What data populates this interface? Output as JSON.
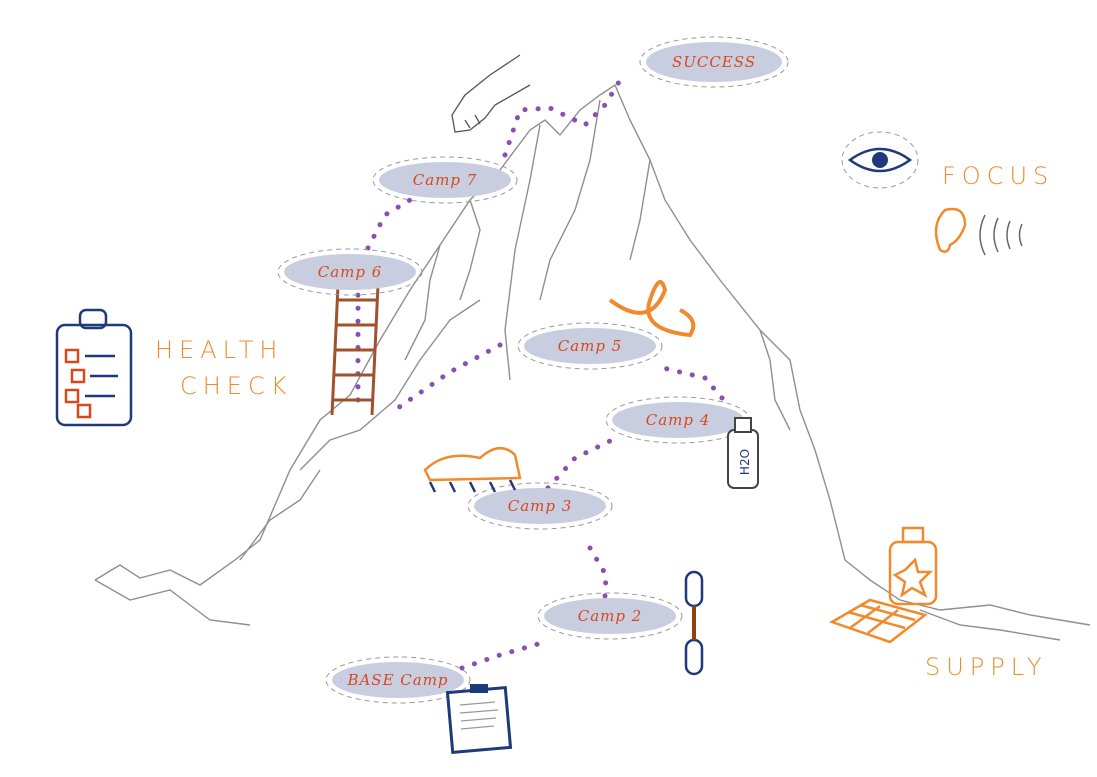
{
  "title": "Mountain climbing camps illustration",
  "summit": {
    "label": "SUCCESS"
  },
  "camps": [
    {
      "label": "BASE Camp"
    },
    {
      "label": "Camp 2"
    },
    {
      "label": "Camp 3"
    },
    {
      "label": "Camp 4"
    },
    {
      "label": "Camp 5"
    },
    {
      "label": "Camp 6"
    },
    {
      "label": "Camp 7"
    }
  ],
  "side_labels": {
    "focus": "FOCUS",
    "health_line1": "HEALTH",
    "health_line2": "CHECK",
    "supply": "SUPPLY"
  },
  "bottle_label": "H2O",
  "colors": {
    "path_dots": "#8a4fb0",
    "label_fill": "#c9cde0",
    "label_text": "#d9481c",
    "accent_orange": "#f08a2c",
    "navy": "#1f3a7a",
    "mountain_line": "#8f8f8f"
  }
}
